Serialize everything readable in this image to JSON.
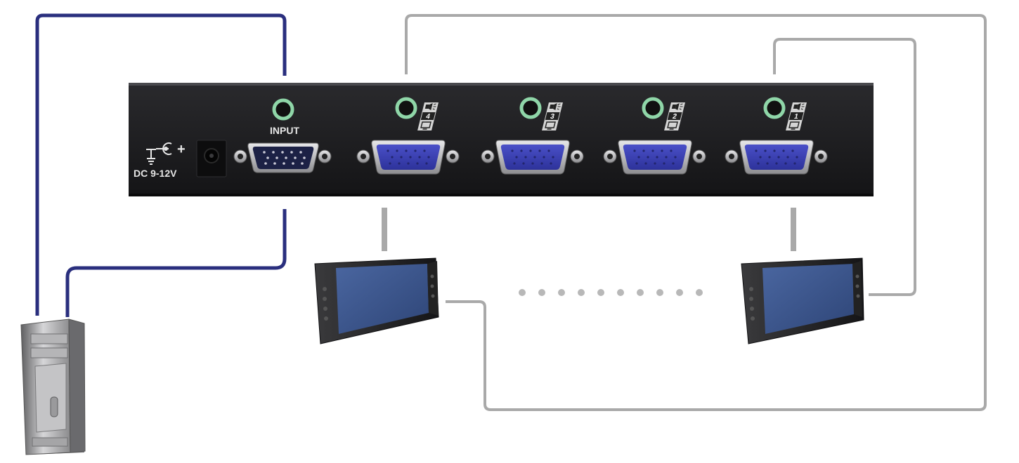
{
  "splitter": {
    "input_label": "INPUT",
    "power_label": "DC 9-12V",
    "power_plus": "+",
    "output_ports": [
      {
        "number": "4"
      },
      {
        "number": "3"
      },
      {
        "number": "2"
      },
      {
        "number": "1"
      }
    ]
  },
  "colors": {
    "input_cable": "#2a2f7e",
    "output_cable": "#a9a9a9",
    "audio_jack": "#8fd6a8",
    "device_body": "#1d1d1f",
    "vga_blue": "#3a3fb5",
    "screen": "#3a5488"
  },
  "devices": {
    "computer": {
      "icon": "tower-pc-icon"
    },
    "monitors": [
      {
        "icon": "monitor-icon"
      },
      {
        "icon": "monitor-icon"
      }
    ],
    "ellipsis_count": 10
  }
}
